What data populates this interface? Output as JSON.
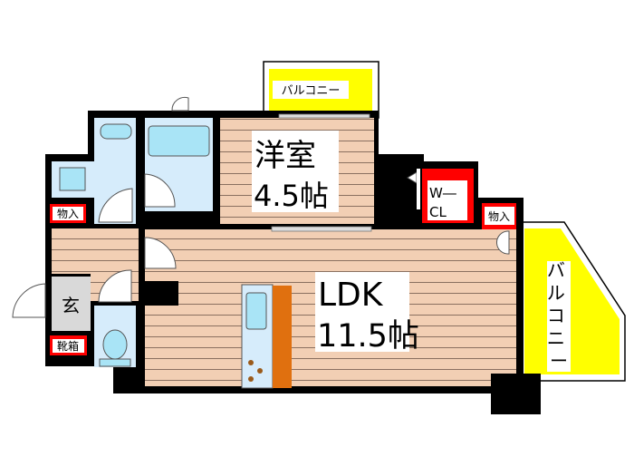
{
  "floorplan": {
    "rooms": {
      "western_room": {
        "name": "洋室",
        "size": "4.5帖"
      },
      "ldk": {
        "name": "LDK",
        "size": "11.5帖"
      },
      "walk_in_closet": {
        "line1": "W―",
        "line2": "CL"
      },
      "storage_right": "物入",
      "storage_left": "物入",
      "entrance": "玄",
      "shoe_box": "靴箱",
      "balcony_top": "バルコニー",
      "balcony_right": [
        "バ",
        "ル",
        "コ",
        "ニ",
        "ー"
      ]
    },
    "colors": {
      "wall": "#000000",
      "floor_wood": "#f2cfb4",
      "floor_stripe": "#8a7060",
      "wet_area": "#d6ecfb",
      "fixture": "#a9e4f6",
      "balcony": "#ffff00",
      "storage_label": "#ff0000",
      "kitchen_counter": "#e0700f",
      "entrance_floor": "#d9d9d9"
    }
  }
}
